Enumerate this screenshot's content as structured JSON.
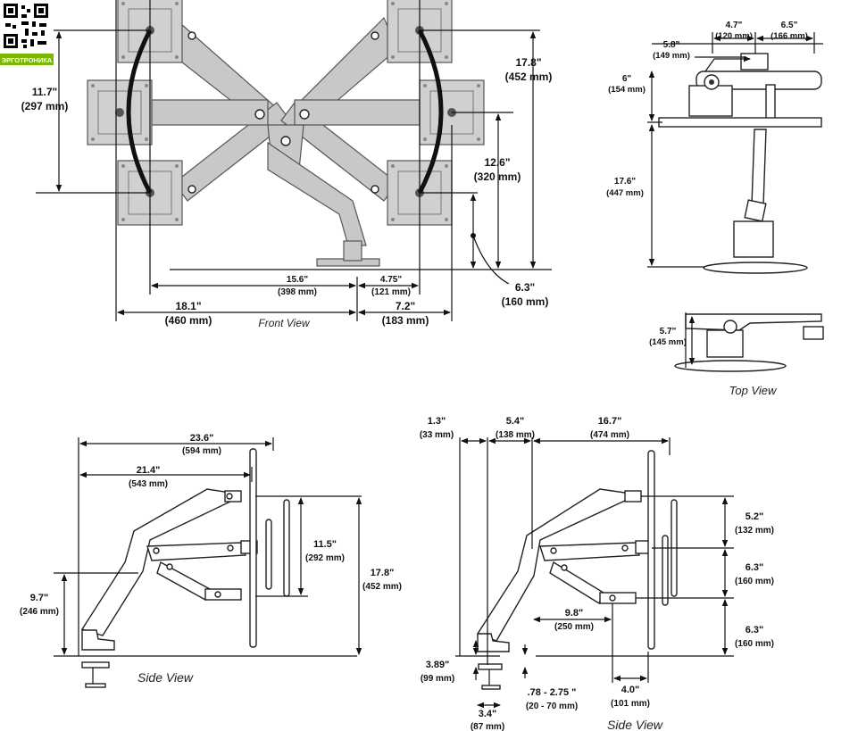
{
  "logo": {
    "brand": "ЭРГОТРОНИКА"
  },
  "views": {
    "front": "Front View",
    "top": "Top View",
    "side_left": "Side View",
    "side_right": "Side View"
  },
  "front_dims": {
    "d1": {
      "in": "11.7\"",
      "mm": "(297 mm)"
    },
    "d2": {
      "in": "17.8\"",
      "mm": "(452 mm)"
    },
    "d3": {
      "in": "12.6\"",
      "mm": "(320 mm)"
    },
    "d4": {
      "in": "6.3\"",
      "mm": "(160 mm)"
    },
    "d5": {
      "in": "15.6\"",
      "mm": "(398 mm)"
    },
    "d6": {
      "in": "4.75\"",
      "mm": "(121 mm)"
    },
    "d7": {
      "in": "18.1\"",
      "mm": "(460 mm)"
    },
    "d8": {
      "in": "7.2\"",
      "mm": "(183 mm)"
    }
  },
  "top_dims": {
    "d1": {
      "in": "4.7\"",
      "mm": "(120 mm)"
    },
    "d2": {
      "in": "6.5\"",
      "mm": "(166 mm)"
    },
    "d3": {
      "in": "5.8\"",
      "mm": "(149 mm)"
    },
    "d4": {
      "in": "6\"",
      "mm": "(154 mm)"
    },
    "d5": {
      "in": "17.6\"",
      "mm": "(447 mm)"
    },
    "d6": {
      "in": "5.7\"",
      "mm": "(145 mm)"
    }
  },
  "side_left_dims": {
    "d1": {
      "in": "23.6\"",
      "mm": "(594 mm)"
    },
    "d2": {
      "in": "21.4\"",
      "mm": "(543 mm)"
    },
    "d3": {
      "in": "11.5\"",
      "mm": "(292 mm)"
    },
    "d4": {
      "in": "17.8\"",
      "mm": "(452 mm)"
    },
    "d5": {
      "in": "9.7\"",
      "mm": "(246 mm)"
    }
  },
  "side_right_dims": {
    "d1": {
      "in": "1.3\"",
      "mm": "(33 mm)"
    },
    "d2": {
      "in": "5.4\"",
      "mm": "(138 mm)"
    },
    "d3": {
      "in": "16.7\"",
      "mm": "(474 mm)"
    },
    "d4": {
      "in": "5.2\"",
      "mm": "(132 mm)"
    },
    "d5": {
      "in": "6.3\"",
      "mm": "(160 mm)"
    },
    "d6": {
      "in": "6.3\"",
      "mm": "(160 mm)"
    },
    "d7": {
      "in": "9.8\"",
      "mm": "(250 mm)"
    },
    "d8": {
      "in": "3.89\"",
      "mm": "(99 mm)"
    },
    "d9": {
      "in": ".78 - 2.75 \"",
      "mm": "(20 - 70 mm)"
    },
    "d10": {
      "in": "4.0\"",
      "mm": "(101 mm)"
    },
    "d11": {
      "in": "3.4\"",
      "mm": "(87 mm)"
    }
  }
}
